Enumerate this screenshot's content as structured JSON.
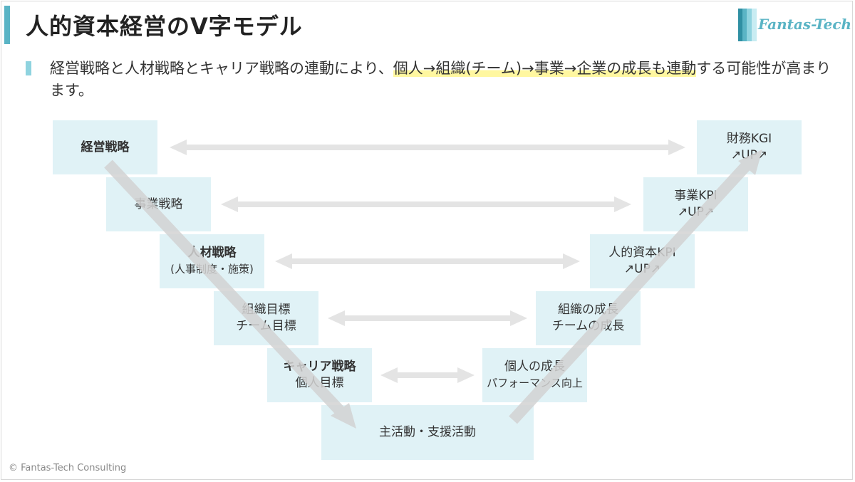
{
  "title": "人的資本経営のV字モデル",
  "logo": {
    "text": "Fantas-Tech",
    "stripe_colors": [
      "#2f8fa3",
      "#5ab4c5",
      "#8fd3df",
      "#c8ecf2"
    ]
  },
  "lead": {
    "part1": "経営戦略と人材戦略とキャリア戦略の連動により、",
    "highlight": "個人→組織(チーム)→事業→企業の成長も連動",
    "part2": "する可能性が高まります。"
  },
  "left_column": [
    {
      "line1": "経営戦略",
      "line2": "",
      "bold": true
    },
    {
      "line1": "事業戦略",
      "line2": "",
      "bold": false
    },
    {
      "line1": "人材戦略",
      "line2": "(人事制度・施策)",
      "bold": true
    },
    {
      "line1": "組織目標",
      "line2": "チーム目標",
      "bold": false
    },
    {
      "line1": "キャリア戦略",
      "line2": "個人目標",
      "bold": true
    }
  ],
  "right_column": [
    {
      "line1": "財務KGI",
      "line2": "↗UP↗"
    },
    {
      "line1": "事業KPI",
      "line2": "↗UP↗"
    },
    {
      "line1": "人的資本KPI",
      "line2": "↗UP↗"
    },
    {
      "line1": "組織の成長",
      "line2": "チームの成長"
    },
    {
      "line1": "個人の成長",
      "line2": "パフォーマンス向上"
    }
  ],
  "bottom": {
    "label": "主活動・支援活動"
  },
  "colors": {
    "accent": "#5ab4c5",
    "box_fill": "#e0f2f6",
    "arrow_gray": "#e4e4e4",
    "highlight": "#fff7a0"
  },
  "copyright": "© Fantas-Tech Consulting"
}
